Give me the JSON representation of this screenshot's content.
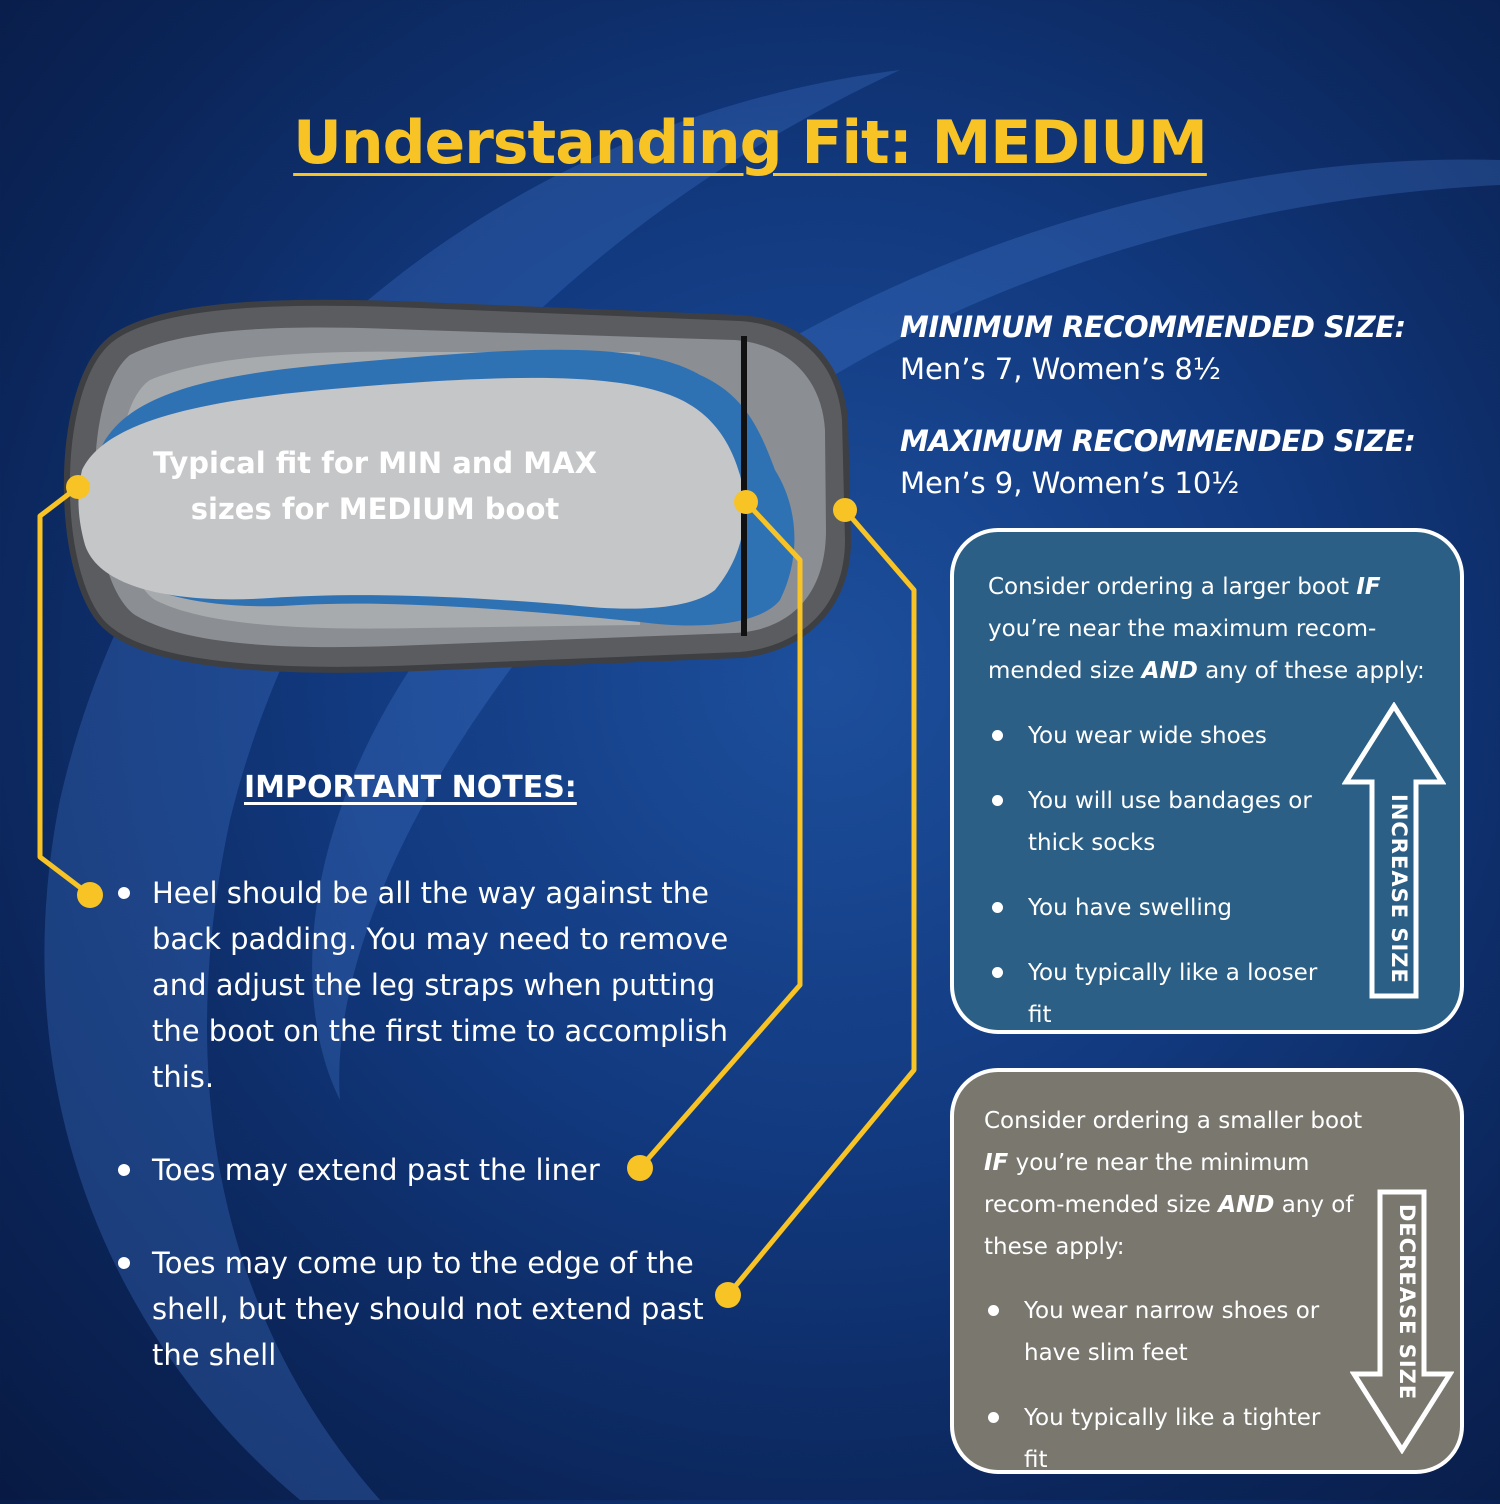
{
  "title": "Understanding Fit: MEDIUM",
  "boot_caption": [
    "Typical fit for MIN and MAX",
    "sizes for MEDIUM boot"
  ],
  "min_size": {
    "label": "MINIMUM RECOMMENDED SIZE:",
    "value": "Men’s 7, Women’s 8½"
  },
  "max_size": {
    "label": "MAXIMUM RECOMMENDED SIZE:",
    "value": "Men’s 9, Women’s 10½"
  },
  "notes": {
    "title": "IMPORTANT NOTES:",
    "items": [
      "Heel should be all the way against the back padding.  You may need to remove and adjust the leg straps when putting the boot on the first time to accomplish this.",
      "Toes may extend past the liner",
      "Toes may come up to the edge of the shell, but they should not extend past the shell"
    ]
  },
  "larger_panel": {
    "intro_a": "Consider ordering a larger boot ",
    "intro_if": "IF",
    "intro_b": " you’re near the maximum recom-mended size ",
    "intro_and": "AND",
    "intro_c": " any of these apply:",
    "items": [
      "You wear wide shoes",
      "You will use bandages or thick socks",
      "You have swelling",
      "You typically like a looser fit"
    ],
    "arrow_label": "INCREASE SIZE"
  },
  "smaller_panel": {
    "intro_a": "Consider ordering a smaller boot ",
    "intro_if": "IF",
    "intro_b": " you’re near the minimum recom-mended size ",
    "intro_and": "AND",
    "intro_c": " any of these apply:",
    "items": [
      "You wear narrow shoes or have slim feet",
      "You typically like a tighter fit"
    ],
    "arrow_label": "DECREASE SIZE"
  },
  "colors": {
    "accent_yellow": "#f7c325",
    "panel_blue": "#2b5f86",
    "panel_gray": "#7a776f",
    "background": "#123a80"
  }
}
